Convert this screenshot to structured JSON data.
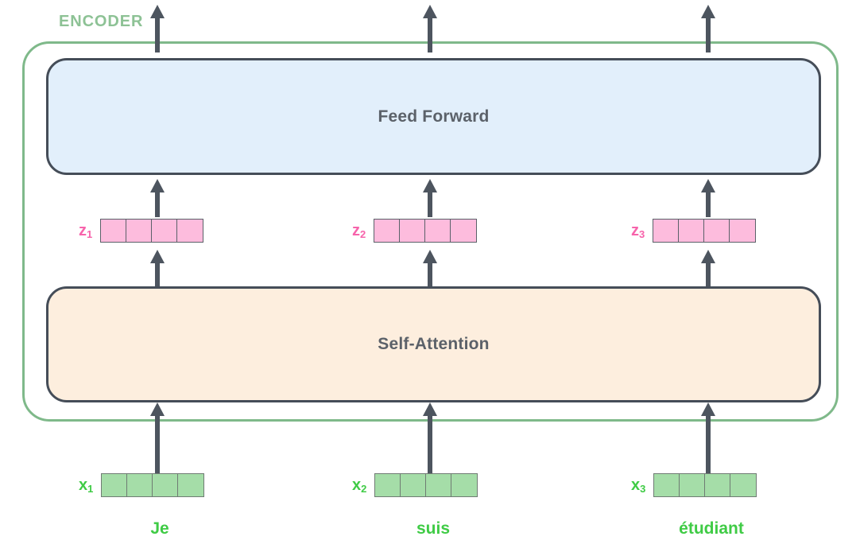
{
  "diagram": {
    "title": "Transformer encoder sublayer diagram",
    "encoder_label": "ENCODER",
    "layers": [
      {
        "id": "feed-forward",
        "title": "Feed Forward",
        "fill": "#e2effb"
      },
      {
        "id": "self-attention",
        "title": "Self-Attention",
        "fill": "#fdeede"
      }
    ],
    "colors": {
      "encoder_outline": "#7fb98a",
      "encoder_label": "#8dc295",
      "box_border": "#454d58",
      "box_title": "#5b6169",
      "feed_forward_fill": "#e2effb",
      "self_attention_fill": "#fdeede",
      "z_label": "#f763ab",
      "z_cell": "#fdbcdd",
      "x_label": "#3fcb45",
      "x_cell": "#a5dda8",
      "arrow": "#4d555f"
    },
    "columns": [
      {
        "index": 1,
        "z_label": "z",
        "z_sub": "1",
        "x_label": "x",
        "x_sub": "1",
        "word": "Je",
        "cells": 4
      },
      {
        "index": 2,
        "z_label": "z",
        "z_sub": "2",
        "x_label": "x",
        "x_sub": "2",
        "word": "suis",
        "cells": 4
      },
      {
        "index": 3,
        "z_label": "z",
        "z_sub": "3",
        "x_label": "x",
        "x_sub": "3",
        "word": "étudiant",
        "cells": 4
      }
    ]
  }
}
